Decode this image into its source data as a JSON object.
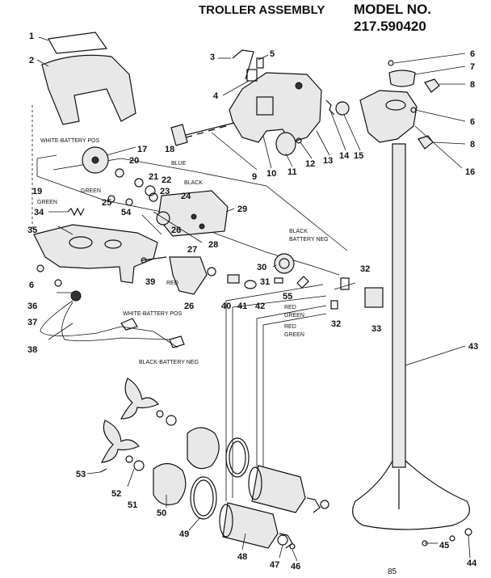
{
  "header": {
    "title": "TROLLER ASSEMBLY",
    "model_label": "MODEL NO.",
    "model_number": "217.590420"
  },
  "callouts": {
    "n1": "1",
    "n2": "2",
    "n3": "3",
    "n4": "4",
    "n5": "5",
    "n6a": "6",
    "n7": "7",
    "n8a": "8",
    "n6b": "6",
    "n8b": "8",
    "n9": "9",
    "n10": "10",
    "n11": "11",
    "n12": "12",
    "n13": "13",
    "n14": "14",
    "n15": "15",
    "n16": "16",
    "n17": "17",
    "n18": "18",
    "n19": "19",
    "n20": "20",
    "n21": "21",
    "n22": "22",
    "n23": "23",
    "n24": "24",
    "n25": "25",
    "n26a": "26",
    "n26b": "26",
    "n27": "27",
    "n28": "28",
    "n29": "29",
    "n30": "30",
    "n31": "31",
    "n32a": "32",
    "n32b": "32",
    "n33": "33",
    "n34": "34",
    "n35": "35",
    "n6c": "6",
    "n36": "36",
    "n37": "37",
    "n38": "38",
    "n39": "39",
    "n40": "40",
    "n41": "41",
    "n42": "42",
    "n43": "43",
    "n44": "44",
    "n45": "45",
    "n46": "46",
    "n47": "47",
    "n48": "48",
    "n49": "49",
    "n50": "50",
    "n51": "51",
    "n52": "52",
    "n53": "53",
    "n54": "54",
    "n55": "55"
  },
  "wire_labels": {
    "white_battery_pos_top": "WHITE-BATTERY POS",
    "blue": "BLUE",
    "black": "BLACK",
    "green_left": "GREEN",
    "green_mid": "GREEN",
    "black_battery_neg_top": "BLACK",
    "battery_neg_top": "BATTERY NEG",
    "red_left": "RED",
    "red_a": "RED",
    "green_a": "GREEN",
    "red_b": "RED",
    "green_b": "GREEN",
    "white_battery_pos_bottom": "WHITE-BATTERY POS",
    "black_battery_neg_bottom": "BLACK-BATTERY NEG"
  },
  "footer": {
    "page_mark": "85"
  }
}
